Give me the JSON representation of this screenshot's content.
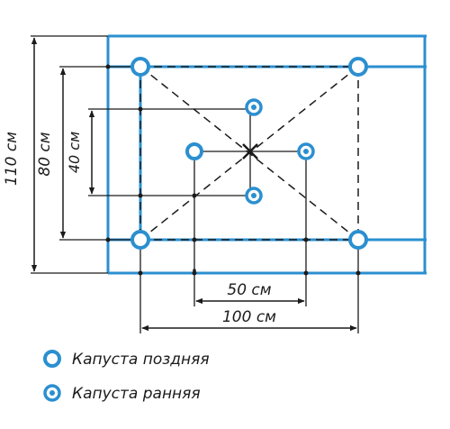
{
  "dimensions": {
    "height_110": "110 см",
    "height_80": "80 см",
    "height_40": "40 см",
    "width_50": "50 см",
    "width_100": "100 см"
  },
  "legend": {
    "late_cabbage": "Капуста поздняя",
    "early_cabbage": "Капуста ранняя"
  },
  "colors": {
    "blue": "#2b8fd0",
    "ink": "#1b1b1b",
    "late_fill": "#ffffff",
    "early_fill": "#2b8fd0"
  }
}
